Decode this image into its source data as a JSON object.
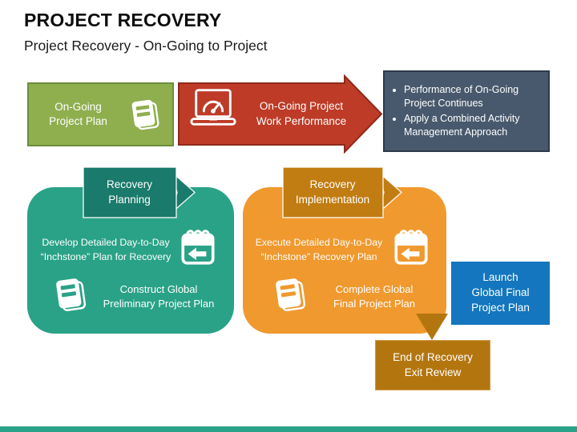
{
  "slide": {
    "title": "PROJECT RECOVERY",
    "subtitle": "Project Recovery - On-Going to Project"
  },
  "colors": {
    "green": "#8FAF4F",
    "red": "#BE3B27",
    "red_border": "#8E2A1B",
    "slate": "#48596D",
    "teal": "#2AA287",
    "teal_dark": "#1A7A6B",
    "orange": "#F0992E",
    "orange_dark": "#C17D12",
    "gold_dark": "#B3760F",
    "blue": "#1376BE"
  },
  "top_flow": {
    "ongoing_plan": {
      "label": "On-Going\nProject Plan",
      "icon": "book-icon"
    },
    "work_performance": {
      "label": "On-Going Project\nWork Performance",
      "icon": "laptop-gauge-icon"
    },
    "outcome": {
      "bullets": [
        "Performance of On-Going Project Continues",
        "Apply a Combined Activity Management Approach"
      ]
    }
  },
  "recovery_planning": {
    "label": "Recovery\nPlanning",
    "develop": {
      "text": "Develop Detailed Day-to-Day\n“Inchstone” Plan for Recovery",
      "icon": "calendar-arrow-icon"
    },
    "construct": {
      "text": "Construct Global\nPreliminary Project Plan",
      "icon": "book-icon"
    }
  },
  "recovery_implementation": {
    "label": "Recovery\nImplementation",
    "execute": {
      "text": "Execute Detailed Day-to-Day\n“Inchstone” Recovery Plan",
      "icon": "calendar-arrow-icon"
    },
    "complete": {
      "text": "Complete Global\nFinal Project Plan",
      "icon": "book-icon"
    }
  },
  "launch": {
    "label": "Launch\nGlobal Final\nProject Plan"
  },
  "end_review": {
    "label": "End of Recovery\nExit Review"
  }
}
